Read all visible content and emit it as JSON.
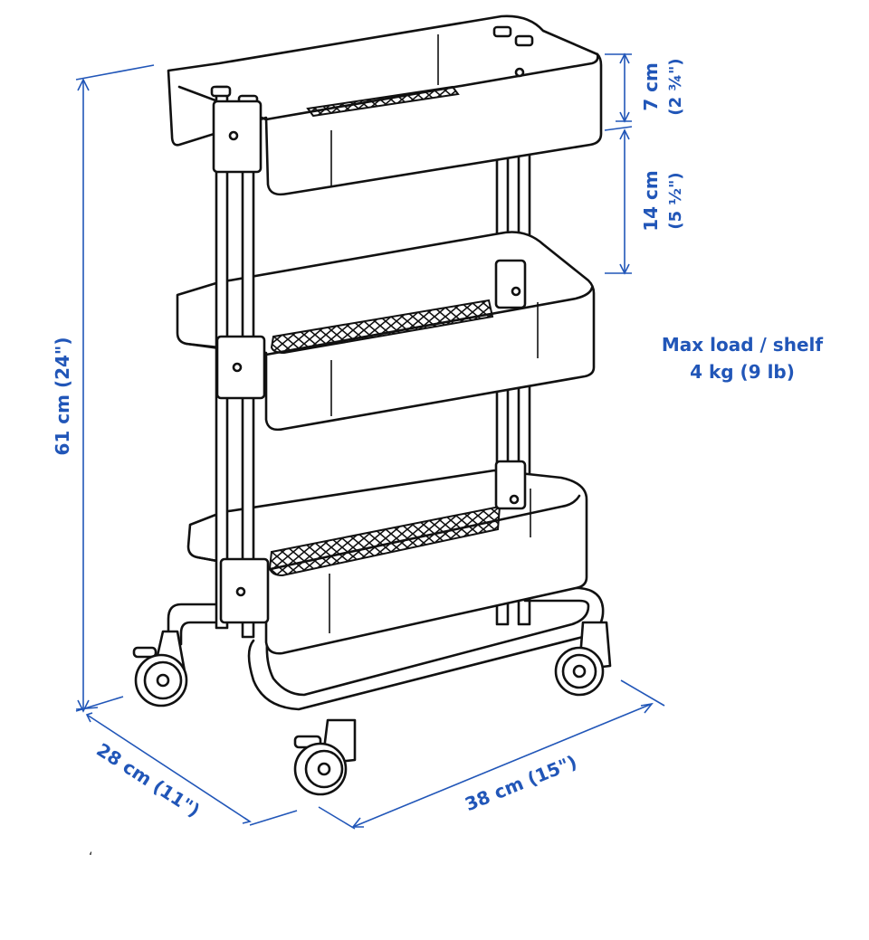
{
  "diagram": {
    "dimensions": {
      "height_total": "61 cm (24\")",
      "top_depth": {
        "cm": "7 cm",
        "in": "(2 ¾\")"
      },
      "shelf_gap": {
        "cm": "14 cm",
        "in": "(5 ½\")"
      },
      "depth": "28 cm (11\")",
      "width": "38 cm (15\")"
    },
    "max_load": {
      "line1": "Max load / shelf",
      "line2": "4 kg (9 lb)"
    },
    "stray_mark": "‘"
  },
  "colors": {
    "dimension_blue": "#2156b8",
    "outline": "#111111",
    "background": "#ffffff"
  }
}
